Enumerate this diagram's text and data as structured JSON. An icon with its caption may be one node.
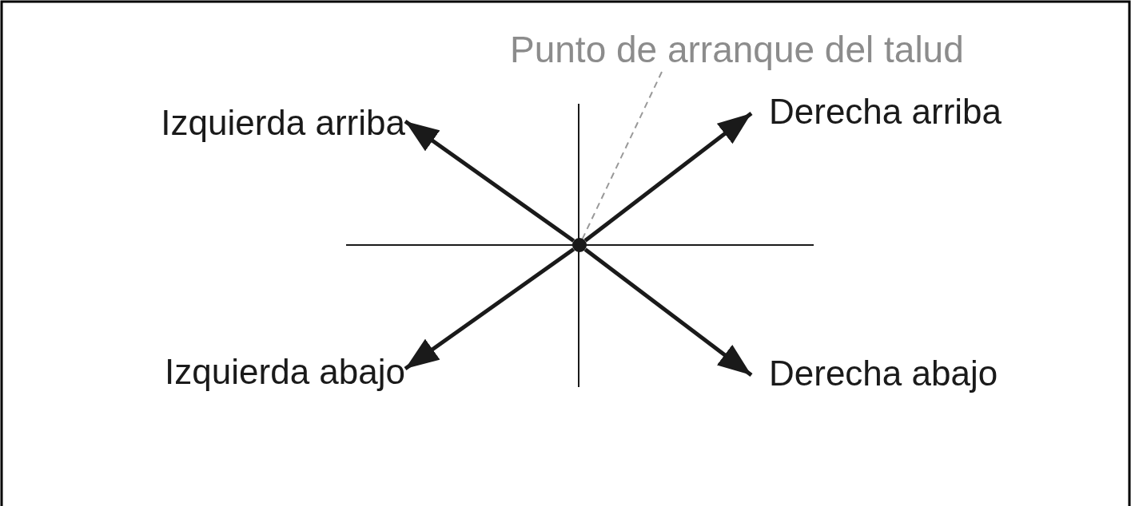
{
  "diagram": {
    "nodes": [
      {
        "text": [],
        "shape": "circle"
      },
      {
        "text": [
          "Punto de arranque del talud"
        ]
      },
      {
        "text": [
          "Izquierda arriba"
        ]
      },
      {
        "text": [
          "Derecha arriba"
        ]
      },
      {
        "text": [
          "Izquierda abajo"
        ]
      },
      {
        "text": [
          "Derecha abajo"
        ]
      }
    ],
    "edges": [
      {
        "from": 1,
        "to": 0,
        "arrow": "none",
        "style": "dashed",
        "color": "#999999"
      },
      {
        "from": 0,
        "to": 2,
        "arrow": "to"
      },
      {
        "from": 0,
        "to": 3,
        "arrow": "to"
      },
      {
        "from": 0,
        "to": 4,
        "arrow": "to"
      },
      {
        "from": 0,
        "to": 5,
        "arrow": "to"
      }
    ]
  }
}
